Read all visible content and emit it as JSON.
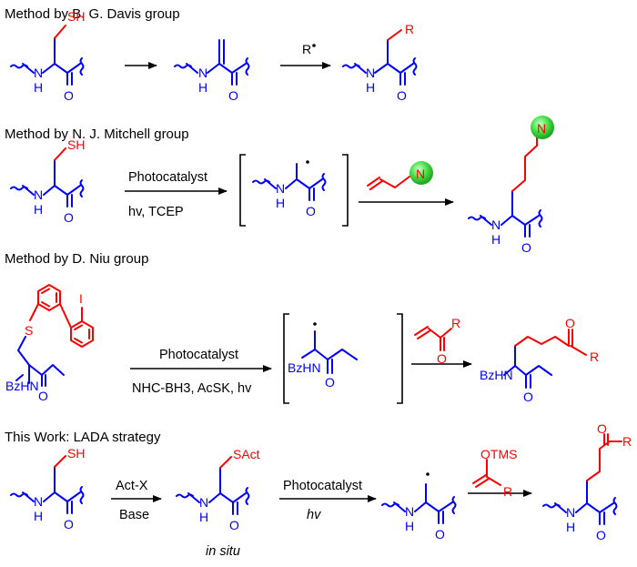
{
  "sections": [
    {
      "title": "Method by B. G. Davis group",
      "arrow_labels": []
    },
    {
      "title": "Method by N. J. Mitchell group",
      "arrow_labels": [
        "Photocatalyst",
        "hv, TCEP"
      ]
    },
    {
      "title": "Method by D. Niu group",
      "arrow_labels": [
        "Photocatalyst",
        "NHC-BH3, AcSK, hv"
      ]
    },
    {
      "title": "This Work: LADA strategy",
      "arrow_labels": [
        "Act-X",
        "Base",
        "Photocatalyst",
        "hv"
      ],
      "note": "in situ"
    }
  ],
  "reagents": {
    "radical": "R",
    "amine_node": "N",
    "enol_ether": "OTMS"
  },
  "atoms": {
    "sulfhydryl": "SH",
    "activated_thiol": "SAct",
    "thioether": "S",
    "iodine": "I",
    "amide_nh": "N",
    "amide_h": "H",
    "carbonyl_o": "O",
    "benzamide": "BzHN",
    "substituent": "R"
  },
  "colors": {
    "backbone": "#0000ff",
    "modification": "#ff0000",
    "reagent_ball": "#44dd44"
  }
}
